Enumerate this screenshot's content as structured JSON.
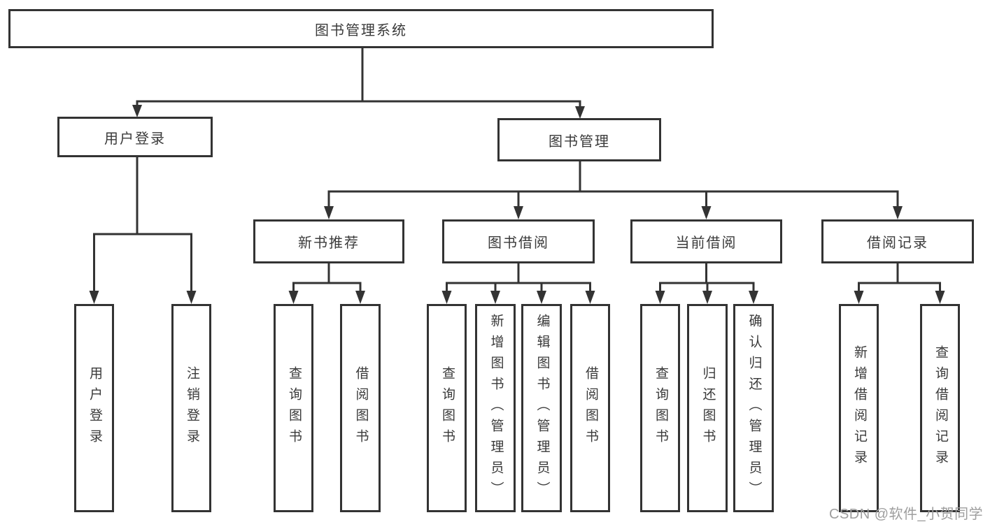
{
  "root": {
    "label": "图书管理系统"
  },
  "branches": [
    {
      "label": "用户登录",
      "children": [
        {
          "label": "用户登录"
        },
        {
          "label": "注销登录"
        }
      ]
    },
    {
      "label": "图书管理",
      "sections": [
        {
          "label": "新书推荐",
          "children": [
            {
              "label": "查询图书"
            },
            {
              "label": "借阅图书"
            }
          ]
        },
        {
          "label": "图书借阅",
          "children": [
            {
              "label": "查询图书"
            },
            {
              "label": "新增图书（管理员）"
            },
            {
              "label": "编辑图书（管理员）"
            },
            {
              "label": "借阅图书"
            }
          ]
        },
        {
          "label": "当前借阅",
          "children": [
            {
              "label": "查询图书"
            },
            {
              "label": "归还图书"
            },
            {
              "label": "确认归还（管理员）"
            }
          ]
        },
        {
          "label": "借阅记录",
          "children": [
            {
              "label": "新增借阅记录"
            },
            {
              "label": "查询借阅记录"
            }
          ]
        }
      ]
    }
  ],
  "watermark": "CSDN @软件_小贺同学",
  "colors": {
    "line": "#333333",
    "text": "#3a3a3a",
    "watermark": "#9e9e9e",
    "background": "#ffffff"
  }
}
